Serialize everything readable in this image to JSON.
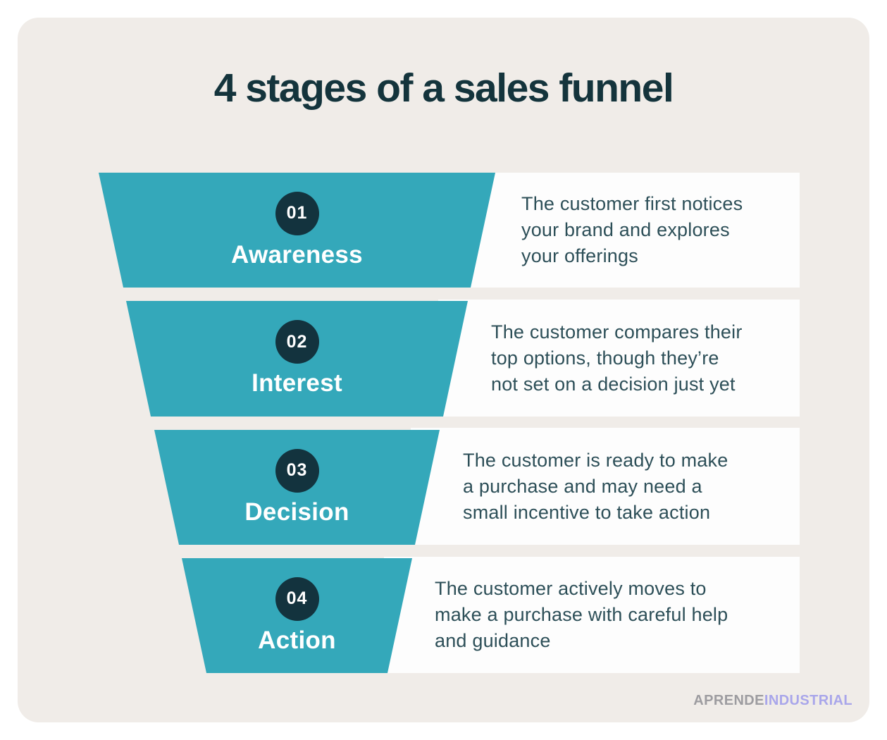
{
  "title": "4 stages of a sales funnel",
  "colors": {
    "funnel_teal": "#34a8ba",
    "badge_navy": "#13333e",
    "title_text": "#14343c",
    "description_text": "#2d4f58",
    "board_background": "#f0ece8",
    "card_white": "#fdfdfd",
    "stage_text": "#ffffff",
    "watermark_gray": "#9d9ca0",
    "watermark_purple": "#a9a6ea"
  },
  "stages": [
    {
      "number": "01",
      "label": "Awareness",
      "description_lines": [
        "The customer first notices",
        "your brand and explores",
        "your offerings"
      ]
    },
    {
      "number": "02",
      "label": "Interest",
      "description_lines": [
        "The customer compares their",
        "top options, though they’re",
        "not set on a decision just yet"
      ]
    },
    {
      "number": "03",
      "label": "Decision",
      "description_lines": [
        "The customer is ready to make",
        "a purchase and may need a",
        "small incentive to take action"
      ]
    },
    {
      "number": "04",
      "label": "Action",
      "description_lines": [
        "The customer actively moves to",
        "make a purchase with careful help",
        "and guidance"
      ]
    }
  ],
  "watermark": {
    "part1": "APRENDE",
    "part2": "INDUSTRIAL"
  }
}
